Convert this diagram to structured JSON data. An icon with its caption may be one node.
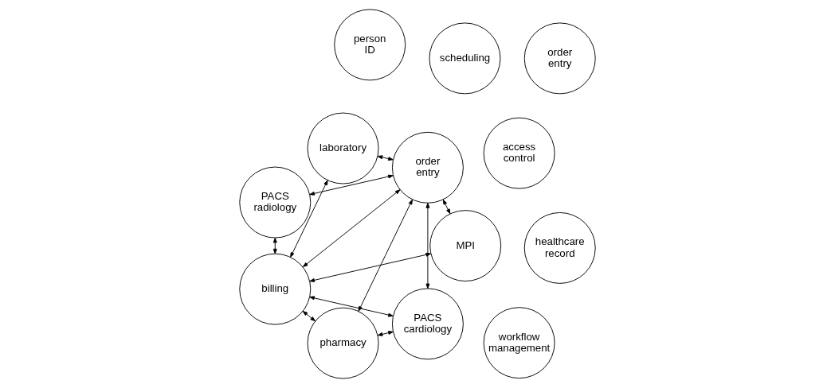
{
  "diagram": {
    "nodes": [
      {
        "text": [
          "billing"
        ]
      },
      {
        "text": [
          "PACS radiology"
        ]
      },
      {
        "text": [
          "PACS cardiology"
        ]
      },
      {
        "text": [
          "MPI"
        ]
      },
      {
        "text": [
          "laboratory"
        ]
      },
      {
        "text": [
          "pharmacy"
        ]
      },
      {
        "text": [
          "order entry"
        ]
      },
      {
        "text": [
          "access control"
        ]
      },
      {
        "text": [
          "workflow management"
        ]
      },
      {
        "text": [
          "healthcare record"
        ]
      },
      {
        "text": [
          "order entry"
        ]
      },
      {
        "text": [
          "scheduling"
        ]
      },
      {
        "text": [
          "person ID"
        ]
      }
    ],
    "edges": [
      {
        "from": 0,
        "to": 1,
        "arrow": "both"
      },
      {
        "from": 0,
        "to": 2,
        "arrow": "both"
      },
      {
        "from": 0,
        "to": 3,
        "arrow": "both"
      },
      {
        "from": 0,
        "to": 5,
        "arrow": "both"
      },
      {
        "from": 0,
        "to": 6,
        "arrow": "both"
      },
      {
        "from": 0,
        "to": 4,
        "arrow": "both"
      },
      {
        "from": 1,
        "to": 6,
        "arrow": "both"
      },
      {
        "from": 2,
        "to": 5,
        "arrow": "both"
      },
      {
        "from": 2,
        "to": 6,
        "arrow": "both"
      },
      {
        "from": 3,
        "to": 6,
        "arrow": "both"
      },
      {
        "from": 4,
        "to": 6,
        "arrow": "both"
      },
      {
        "from": 5,
        "to": 6,
        "arrow": "both"
      }
    ]
  }
}
